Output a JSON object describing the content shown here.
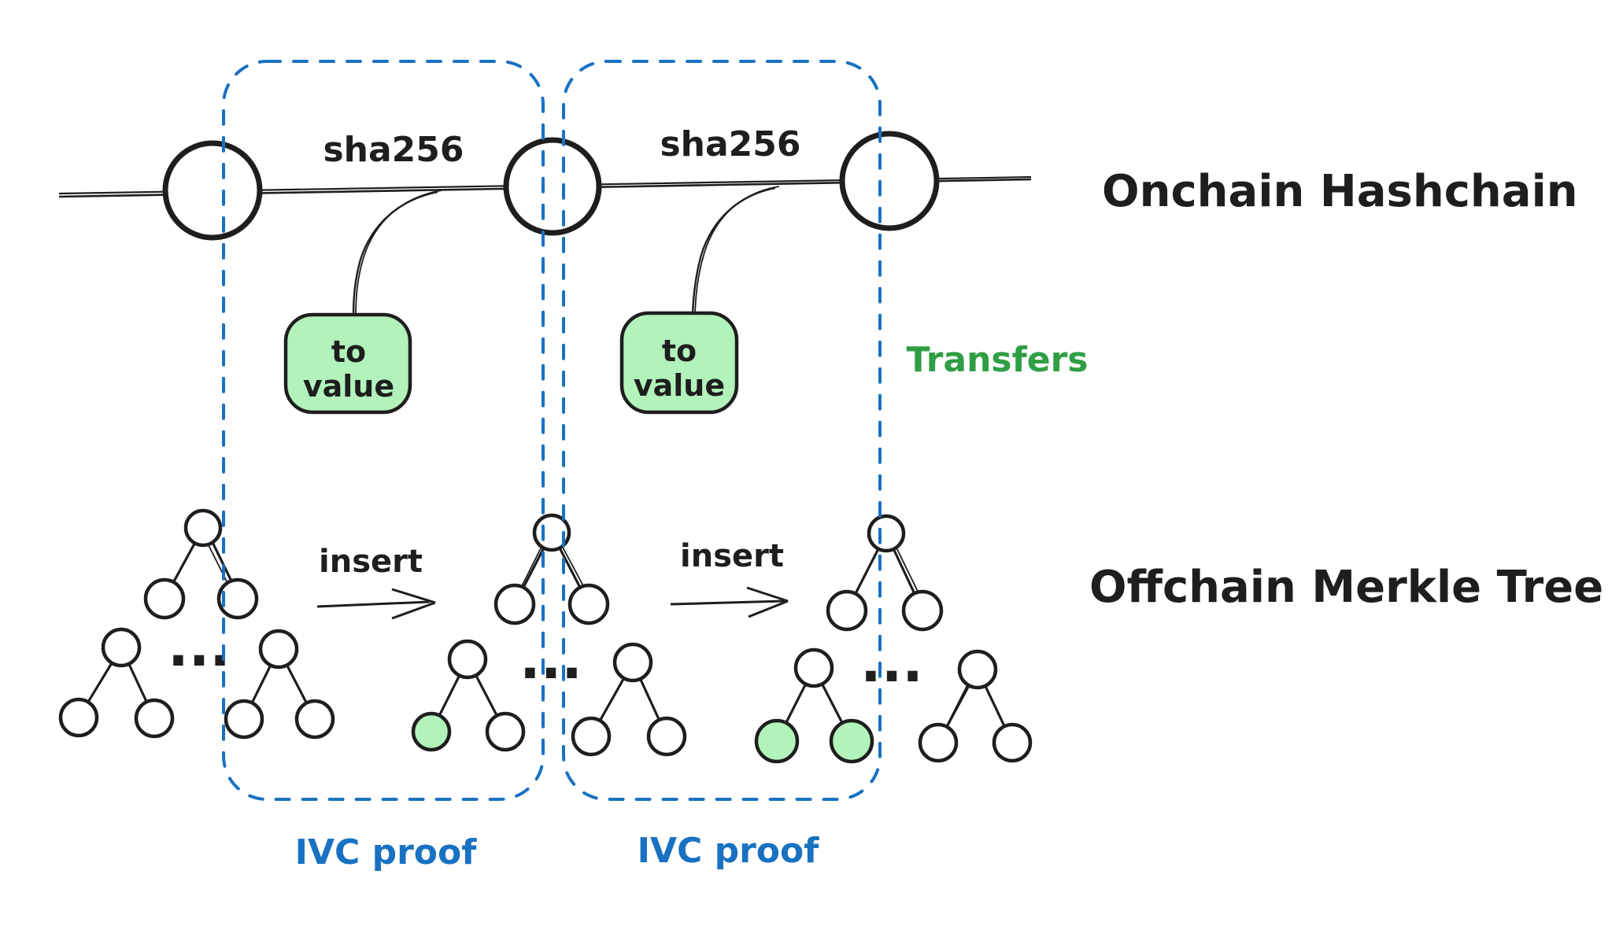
{
  "colors": {
    "stroke": "#1e1e1e",
    "green_fill": "#b2f2bb",
    "green_text": "#2f9e44",
    "blue": "#1971c2",
    "background": "#ffffff"
  },
  "hashchain": {
    "title": "Onchain Hashchain",
    "edge_labels": [
      "sha256",
      "sha256"
    ],
    "transfers_label": "Transfers",
    "value_boxes": [
      {
        "line1": "to",
        "line2": "value"
      },
      {
        "line1": "to",
        "line2": "value"
      }
    ]
  },
  "merkle": {
    "title": "Offchain Merkle Tree",
    "insert_labels": [
      "insert",
      "insert"
    ],
    "ellipsis": [
      "...",
      "...",
      "..."
    ]
  },
  "ivc": {
    "labels": [
      "IVC proof",
      "IVC proof"
    ]
  }
}
